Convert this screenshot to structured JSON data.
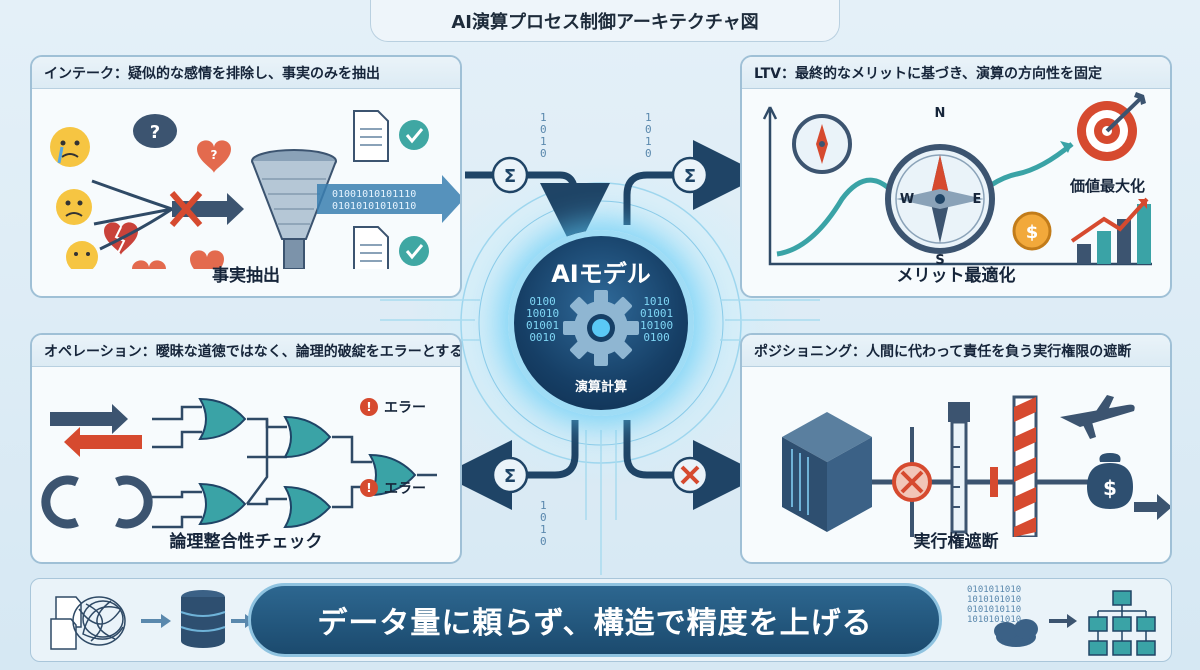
{
  "title": "AI演算プロセス制御アーキテクチャ図",
  "panels": {
    "intake": {
      "header": "インテーク：疑似的な感情を排除し、事実のみを抽出",
      "caption": "事実抽出",
      "binary": "01001010101110\n01010101010110"
    },
    "ltv": {
      "header": "LTV：最終的なメリットに基づき、演算の方向性を固定",
      "caption": "メリット最適化",
      "label_max": "価値最大化",
      "compass_letters": [
        "N",
        "W",
        "E",
        "S"
      ]
    },
    "operation": {
      "header": "オペレーション：曖昧な道徳ではなく、論理的破綻をエラーとする",
      "caption": "論理整合性チェック",
      "error_label": "エラー"
    },
    "positioning": {
      "header": "ポジショニング：人間に代わって責任を負う実行権限の遮断",
      "caption": "実行権遮断"
    }
  },
  "center": {
    "title": "AIモデル",
    "caption": "演算計算",
    "binary_left": "0100\n10010\n01001\n0010",
    "binary_right": "1010\n01001\n10100\n0100"
  },
  "connector_symbols": {
    "sigma": "Σ"
  },
  "bits": {
    "top_left": "1\n0\n1\n0",
    "top_right": "1\n0\n1\n0",
    "bottom": "1\n0\n1\n0"
  },
  "banner": {
    "text": "データ量に頼らず、構造で精度を上げる",
    "binary": "0101011010\n1010101010\n0101010110\n1010101010"
  },
  "colors": {
    "accent": "#2a6f97",
    "teal": "#3fa7a3",
    "error": "#d64a2f",
    "navy": "#163f66",
    "glow": "#5ac8f5"
  }
}
